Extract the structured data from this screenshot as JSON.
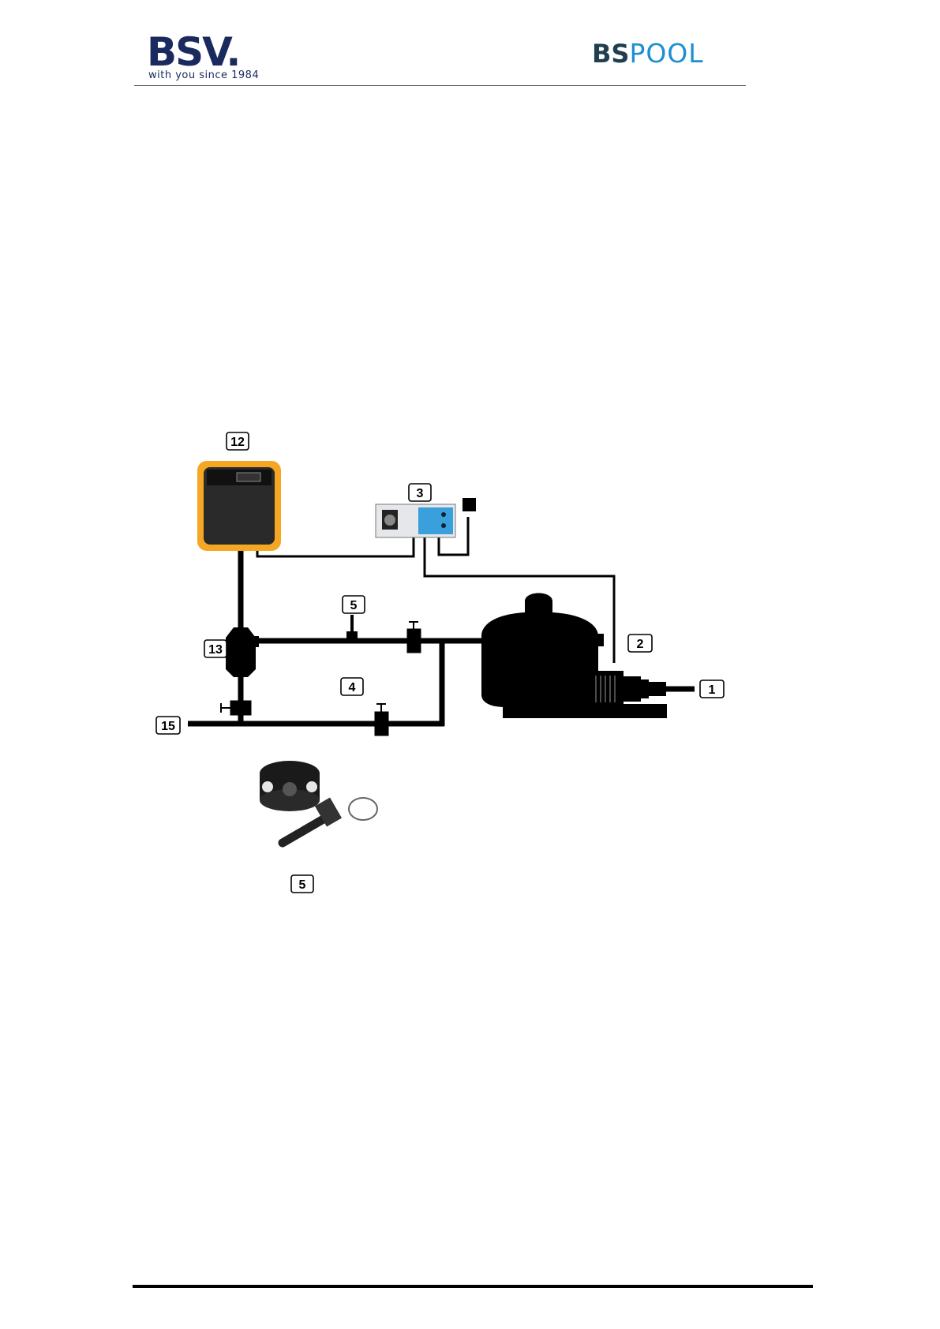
{
  "header": {
    "left_logo": {
      "name": "BSV.",
      "tagline": "with you since 1984"
    },
    "right_logo": {
      "part1": "BS",
      "part2": "POOL"
    }
  },
  "diagram": {
    "callouts": {
      "c12": "12",
      "c3": "3",
      "c5_top": "5",
      "c2": "2",
      "c13": "13",
      "c4": "4",
      "c1": "1",
      "c15": "15",
      "c5_bottom": "5"
    }
  },
  "colors": {
    "brand_navy": "#1b2a5e",
    "pool_blue": "#1d8fd0",
    "chlorinator_orange": "#f5a623",
    "control_blue": "#3aa0dc"
  }
}
